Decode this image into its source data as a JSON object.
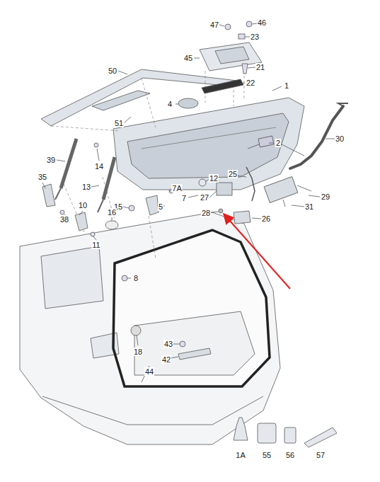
{
  "diagram": {
    "labels": [
      "47",
      "46",
      "23",
      "45",
      "21",
      "22",
      "1",
      "50",
      "4",
      "2",
      "51",
      "30",
      "39",
      "14",
      "12",
      "7A",
      "25",
      "13",
      "7",
      "27",
      "29",
      "35",
      "15",
      "5",
      "28",
      "26",
      "31",
      "10",
      "16",
      "38",
      "11",
      "8",
      "18",
      "43",
      "42",
      "44",
      "1A",
      "55",
      "56",
      "57"
    ]
  }
}
